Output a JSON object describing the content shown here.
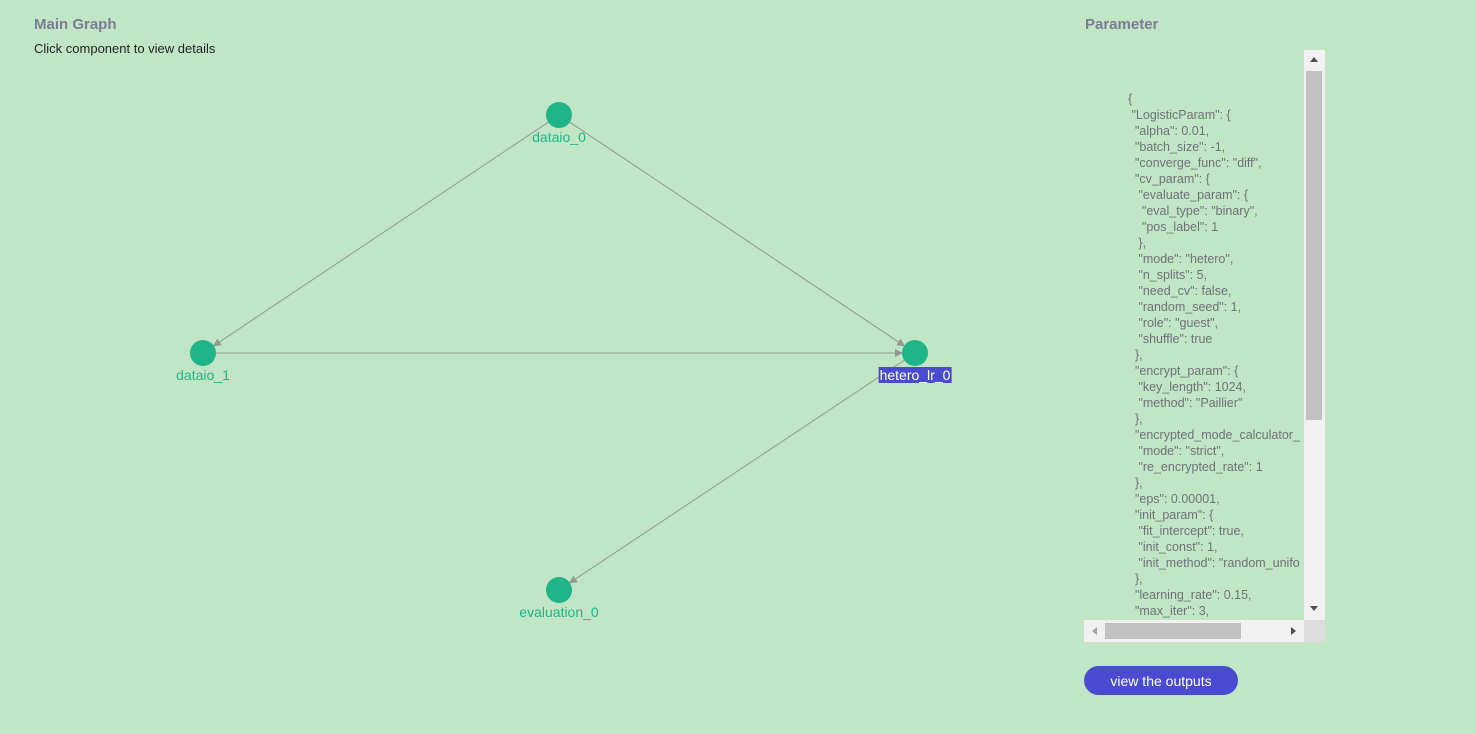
{
  "main_graph": {
    "title": "Main Graph",
    "hint": "Click component to view details",
    "nodes": [
      {
        "id": "dataio_0",
        "label": "dataio_0",
        "selected": false
      },
      {
        "id": "dataio_1",
        "label": "dataio_1",
        "selected": false
      },
      {
        "id": "hetero_lr_0",
        "label": "hetero_lr_0",
        "selected": true
      },
      {
        "id": "evaluation_0",
        "label": "evaluation_0",
        "selected": false
      }
    ],
    "edges": [
      {
        "from": "dataio_0",
        "to": "dataio_1"
      },
      {
        "from": "dataio_0",
        "to": "hetero_lr_0"
      },
      {
        "from": "dataio_1",
        "to": "hetero_lr_0"
      },
      {
        "from": "hetero_lr_0",
        "to": "evaluation_0"
      }
    ],
    "colors": {
      "node": "#1fb589",
      "edge": "#909a93",
      "selected_bg": "#4a4bd0",
      "background": "#c1e6c6"
    }
  },
  "parameter": {
    "title": "Parameter",
    "text": "{\n \"LogisticParam\": {\n  \"alpha\": 0.01,\n  \"batch_size\": -1,\n  \"converge_func\": \"diff\",\n  \"cv_param\": {\n   \"evaluate_param\": {\n    \"eval_type\": \"binary\",\n    \"pos_label\": 1\n   },\n   \"mode\": \"hetero\",\n   \"n_splits\": 5,\n   \"need_cv\": false,\n   \"random_seed\": 1,\n   \"role\": \"guest\",\n   \"shuffle\": true\n  },\n  \"encrypt_param\": {\n   \"key_length\": 1024,\n   \"method\": \"Paillier\"\n  },\n  \"encrypted_mode_calculator_\n   \"mode\": \"strict\",\n   \"re_encrypted_rate\": 1\n  },\n  \"eps\": 0.00001,\n  \"init_param\": {\n   \"fit_intercept\": true,\n   \"init_const\": 1,\n   \"init_method\": \"random_unifo\n  },\n  \"learning_rate\": 0.15,\n  \"max_iter\": 3,"
  },
  "actions": {
    "view_outputs_label": "view the outputs",
    "button_color": "#4a4bd0"
  }
}
